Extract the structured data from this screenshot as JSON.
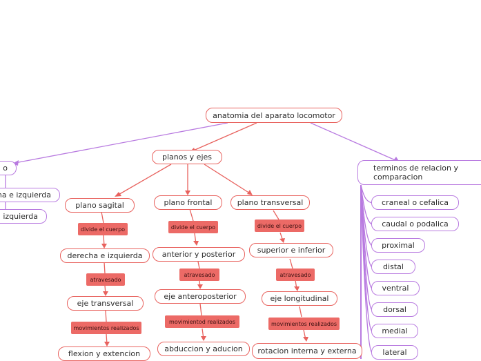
{
  "root": "anatomia del aparato locomotor",
  "left_branch": {
    "title": "o",
    "items": [
      "ha e izquierda",
      "izquierda"
    ]
  },
  "planos": {
    "title": "planos y ejes",
    "columns": [
      {
        "plane": "plano sagital",
        "link1": "divide el cuerpo",
        "division": "derecha e izquierda",
        "link2": "atravesado",
        "axis": "eje transversal",
        "link3": "movimientos realizados",
        "movement": "flexion y extencion"
      },
      {
        "plane": "plano frontal",
        "link1": "divide el cuerpo",
        "division": "anterior y posterior",
        "link2": "atravesado",
        "axis": "eje anteroposterior",
        "link3": "movimientod realizados",
        "movement": "abduccion y aducion"
      },
      {
        "plane": "plano transversal",
        "link1": "divide el cuerpo",
        "division": "superior e inferior",
        "link2": "atravesado",
        "axis": "eje longitudinal",
        "link3": "movimientos realizados",
        "movement": "rotacion interna y externa"
      }
    ]
  },
  "terminos": {
    "title": "terminos de relacion y comparacion",
    "items": [
      "craneal o cefalica",
      "caudal o podalica",
      "proximal",
      "distal",
      "ventral",
      "dorsal",
      "medial",
      "lateral"
    ]
  },
  "colors": {
    "red": "#e8625e",
    "purple": "#b87ae0",
    "label_fill": "#ec6a66"
  }
}
